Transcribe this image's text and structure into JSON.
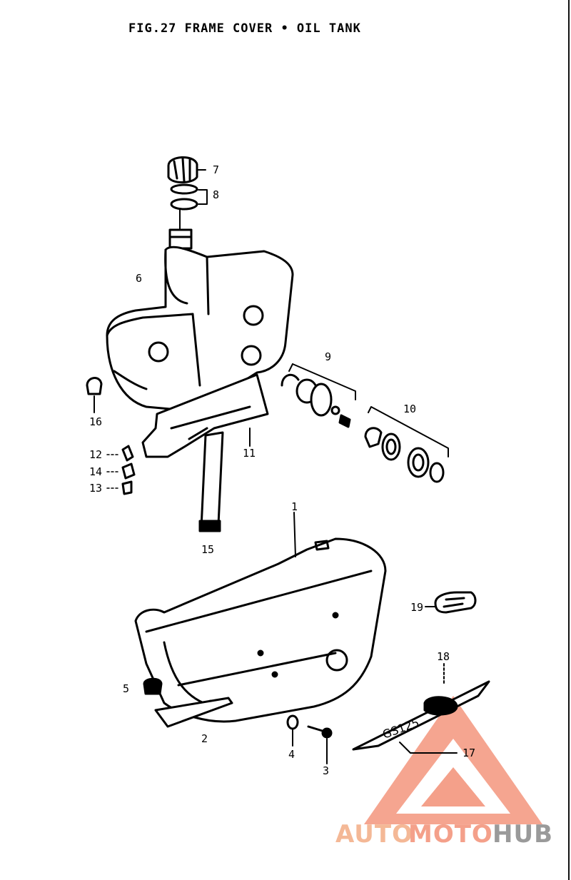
{
  "title": "FIG.27  FRAME COVER • OIL TANK",
  "callouts": {
    "c1": "1",
    "c2": "2",
    "c3": "3",
    "c4": "4",
    "c5": "5",
    "c6": "6",
    "c7": "7",
    "c8": "8",
    "c9": "9",
    "c10": "10",
    "c11": "11",
    "c12": "12",
    "c13": "13",
    "c14": "14",
    "c15": "15",
    "c16": "16",
    "c17": "17",
    "c18": "18",
    "c19": "19"
  },
  "watermark": {
    "part1": "AUTO",
    "part2": "MOTO",
    "part3": "HUB",
    "color_primary": "#f4a08a",
    "color_secondary": "#9a9a9a"
  },
  "badge_text": "GS125"
}
